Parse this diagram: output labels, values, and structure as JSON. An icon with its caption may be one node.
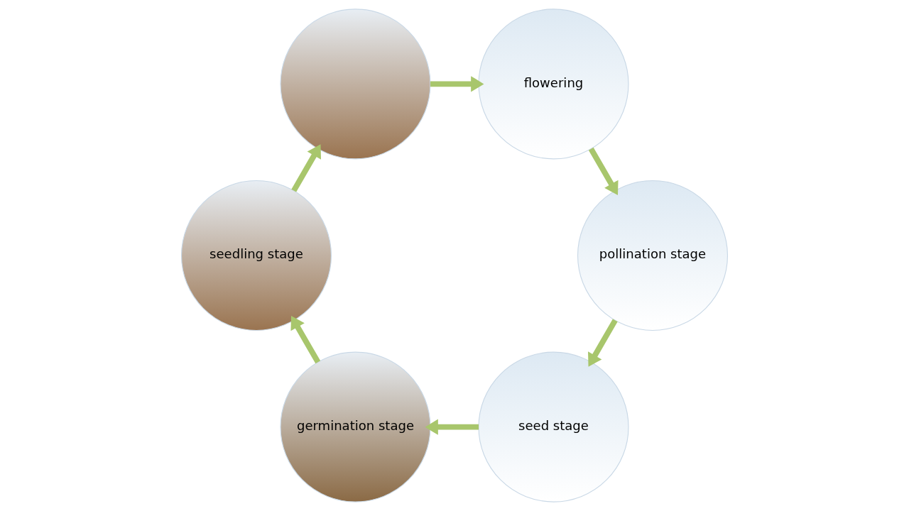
{
  "diagram": {
    "nodes": [
      {
        "text": [
          "seed stage"
        ]
      },
      {
        "text": [
          "pollination stage"
        ]
      },
      {
        "text": [
          "germination stage"
        ]
      },
      {
        "text": [
          "seedling stage"
        ]
      },
      {
        "text": [],
        "shape": "picture"
      },
      {
        "text": [
          "flowering"
        ]
      }
    ],
    "edges": [
      {
        "from": 0,
        "to": 2,
        "arrow": "to"
      },
      {
        "from": 2,
        "to": 3,
        "arrow": "to"
      },
      {
        "from": 3,
        "to": 4,
        "arrow": "to"
      },
      {
        "from": 4,
        "to": 5,
        "arrow": "to"
      },
      {
        "from": 5,
        "to": 1,
        "arrow": "to"
      },
      {
        "from": 1,
        "to": 0,
        "arrow": "to"
      }
    ]
  }
}
